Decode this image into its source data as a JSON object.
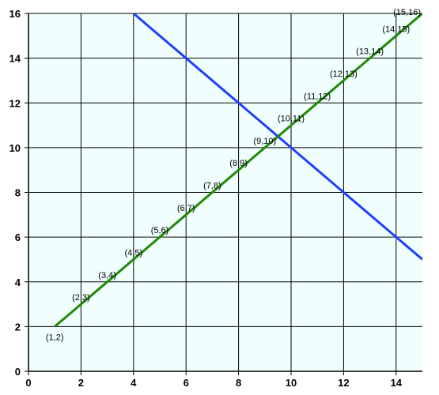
{
  "chart_data": {
    "type": "line",
    "title": "",
    "xlabel": "",
    "ylabel": "",
    "xlim": [
      0,
      15
    ],
    "ylim": [
      0,
      16
    ],
    "x_ticks": [
      0,
      2,
      4,
      6,
      8,
      10,
      12,
      14
    ],
    "y_ticks": [
      0,
      2,
      4,
      6,
      8,
      10,
      12,
      14,
      16
    ],
    "grid": true,
    "legend": "none",
    "plot_background": "#f0fffe",
    "series": [
      {
        "color": "#1f8a07",
        "x": [
          1,
          2,
          3,
          4,
          5,
          6,
          7,
          8,
          9,
          10,
          11,
          12,
          13,
          14,
          15
        ],
        "y": [
          2,
          3,
          4,
          5,
          6,
          7,
          8,
          9,
          10,
          11,
          12,
          13,
          14,
          15,
          16
        ],
        "point_labels": [
          "(1,2)",
          "(2,3)",
          "(3,4)",
          "(4,5)",
          "(5,6)",
          "(6,7)",
          "(7,8)",
          "(8,9)",
          "(9,10)",
          "(10,11)",
          "(11,12)",
          "(12,13)",
          "(13,14)",
          "(14,15)",
          "(15,16)"
        ]
      },
      {
        "color": "#1f3fff",
        "x": [
          4,
          15
        ],
        "y": [
          16,
          5
        ]
      }
    ]
  }
}
